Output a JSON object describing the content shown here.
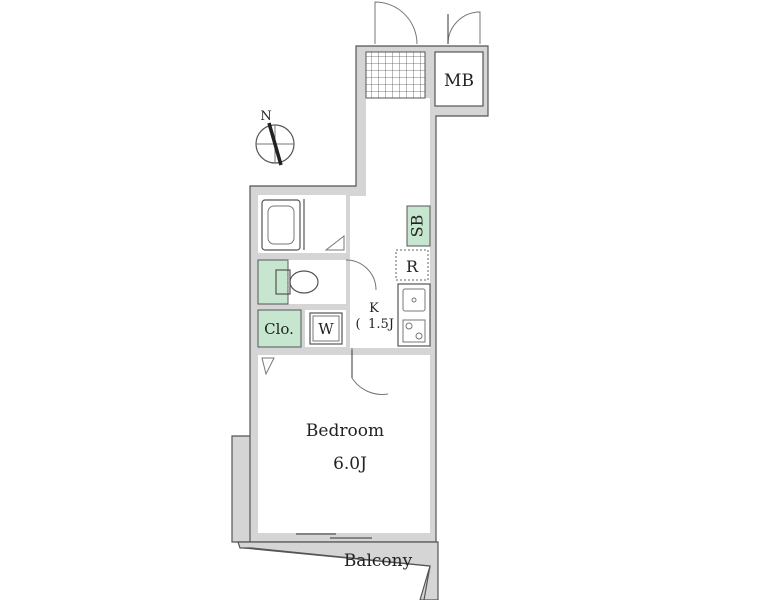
{
  "rooms": {
    "mb": "MB",
    "sb": "SB",
    "refrigerator": "R",
    "kitchen_label": "K",
    "kitchen_size": "1.5J",
    "kitchen_paren": "(",
    "closet": "Clo.",
    "washer": "W",
    "bedroom_label": "Bedroom",
    "bedroom_size": "6.0J",
    "balcony": "Balcony"
  },
  "compass": {
    "north": "N"
  },
  "colors": {
    "storage_green": "#c6e6cf",
    "wall_gray": "#d5d5d5"
  }
}
